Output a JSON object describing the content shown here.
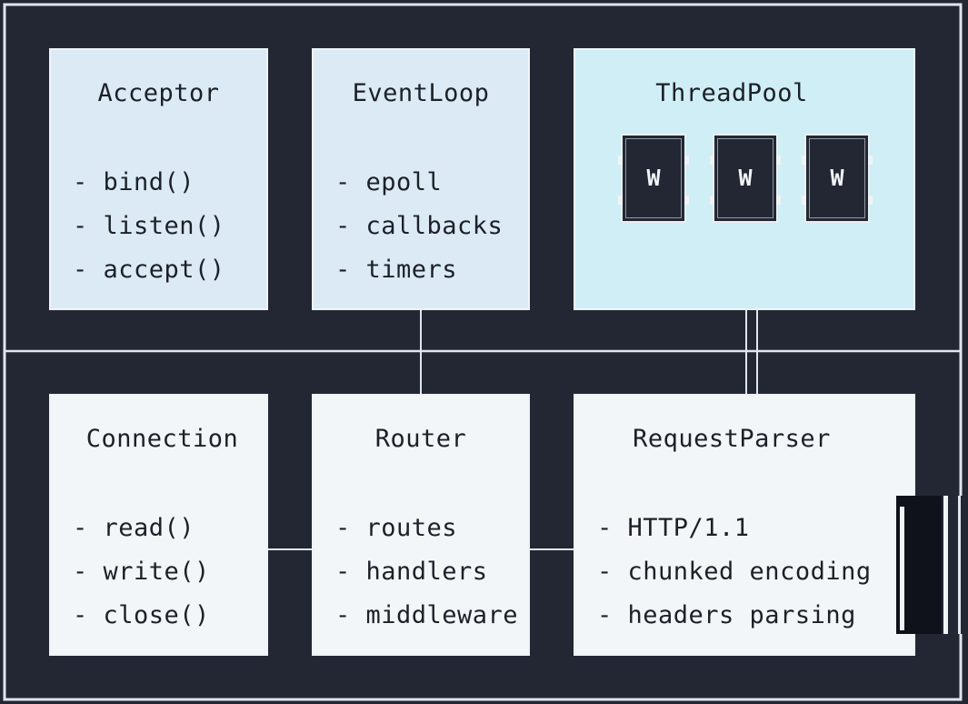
{
  "diagram": {
    "colors": {
      "background": "#232734",
      "line": "#dfe6ec",
      "box_blue": "#dbeaf4",
      "box_cyan": "#cfeef6",
      "box_white": "#f3f6f8",
      "worker": "#232734",
      "text": "#1c2028"
    },
    "boxes": [
      {
        "id": "acceptor",
        "title": "Acceptor",
        "items": [
          "- bind()",
          "- listen()",
          "- accept()"
        ],
        "fill": "#dbeaf4"
      },
      {
        "id": "eventloop",
        "title": "EventLoop",
        "items": [
          "- epoll",
          "- callbacks",
          "- timers"
        ],
        "fill": "#dbeaf4"
      },
      {
        "id": "threadpool",
        "title": "ThreadPool",
        "items": [],
        "workers": [
          "W",
          "W",
          "W"
        ],
        "fill": "#cfeef6"
      },
      {
        "id": "connection",
        "title": "Connection",
        "items": [
          "- read()",
          "- write()",
          "- close()"
        ],
        "fill": "#f3f6f8"
      },
      {
        "id": "router",
        "title": "Router",
        "items": [
          "- routes",
          "- handlers",
          "- middleware"
        ],
        "fill": "#f3f6f8"
      },
      {
        "id": "requestparser",
        "title": "RequestParser",
        "items": [
          "- HTTP/1.1",
          "- chunked encoding",
          "- headers parsing"
        ],
        "fill": "#f3f6f8"
      }
    ],
    "connections": [
      [
        "eventloop",
        "router"
      ],
      [
        "threadpool",
        "requestparser"
      ],
      [
        "connection",
        "router"
      ],
      [
        "router",
        "requestparser"
      ]
    ]
  }
}
